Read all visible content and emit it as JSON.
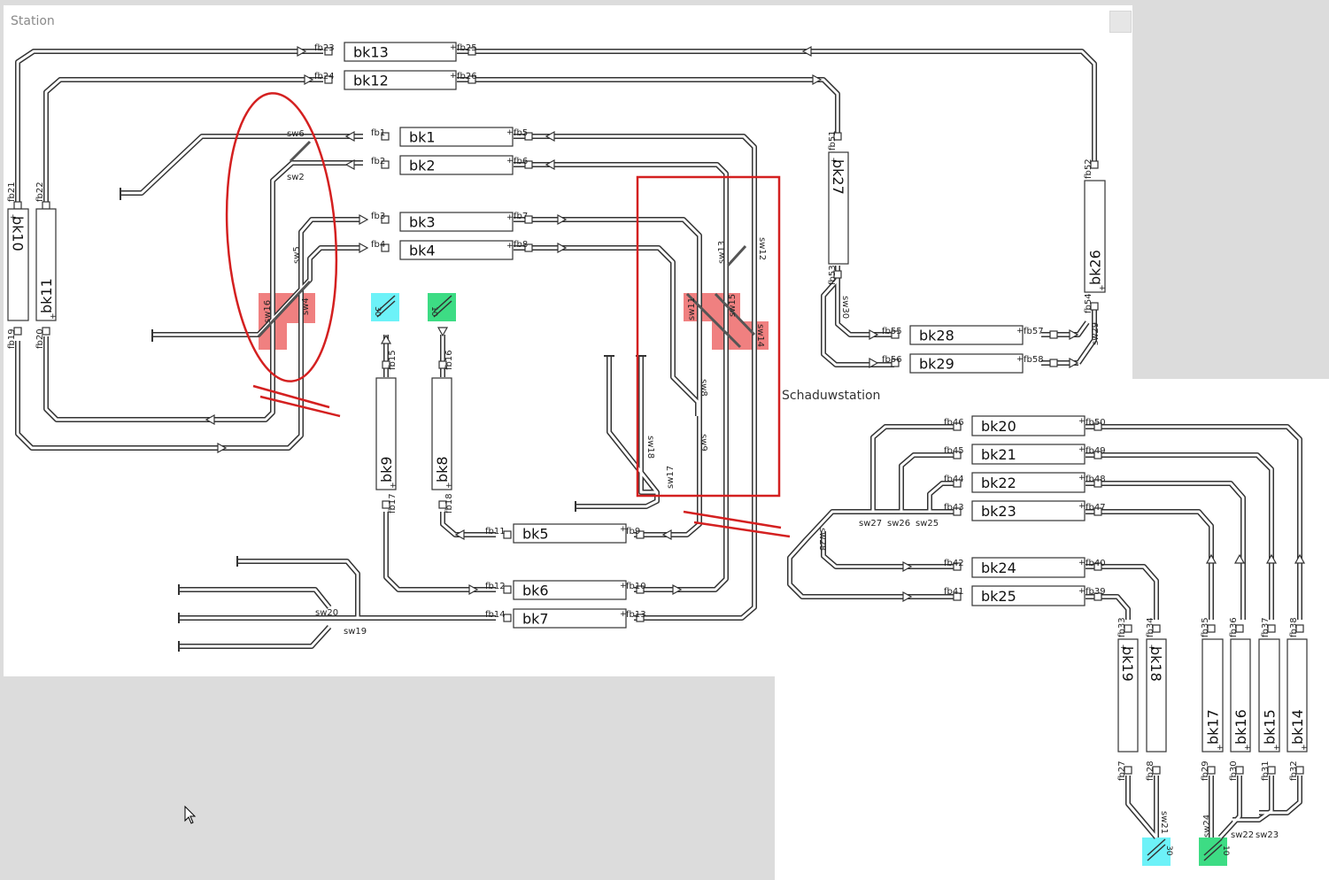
{
  "panels": {
    "station_title": "Station",
    "schaduw_title": "Schaduwstation"
  },
  "colors": {
    "track": "#333333",
    "switch_highlight": "#f08080",
    "signal_cyan": "#6df2f8",
    "signal_green": "#3ddc84",
    "annotation_red": "#d42020",
    "panel_bg": "#ffffff",
    "desktop_bg": "#dcdcdc"
  },
  "blocks": [
    {
      "id": "bk13",
      "label": "bk13"
    },
    {
      "id": "bk12",
      "label": "bk12"
    },
    {
      "id": "bk1",
      "label": "bk1"
    },
    {
      "id": "bk2",
      "label": "bk2"
    },
    {
      "id": "bk3",
      "label": "bk3"
    },
    {
      "id": "bk4",
      "label": "bk4"
    },
    {
      "id": "bk5",
      "label": "bk5"
    },
    {
      "id": "bk6",
      "label": "bk6"
    },
    {
      "id": "bk7",
      "label": "bk7"
    },
    {
      "id": "bk9",
      "label": "bk9"
    },
    {
      "id": "bk8",
      "label": "bk8"
    },
    {
      "id": "bk10",
      "label": "bk10"
    },
    {
      "id": "bk11",
      "label": "bk11"
    },
    {
      "id": "bk27",
      "label": "bk27"
    },
    {
      "id": "bk26",
      "label": "bk26"
    },
    {
      "id": "bk28",
      "label": "bk28"
    },
    {
      "id": "bk29",
      "label": "bk29"
    },
    {
      "id": "bk20",
      "label": "bk20"
    },
    {
      "id": "bk21",
      "label": "bk21"
    },
    {
      "id": "bk22",
      "label": "bk22"
    },
    {
      "id": "bk23",
      "label": "bk23"
    },
    {
      "id": "bk24",
      "label": "bk24"
    },
    {
      "id": "bk25",
      "label": "bk25"
    },
    {
      "id": "bk19",
      "label": "bk19"
    },
    {
      "id": "bk18",
      "label": "bk18"
    },
    {
      "id": "bk17",
      "label": "bk17"
    },
    {
      "id": "bk16",
      "label": "bk16"
    },
    {
      "id": "bk15",
      "label": "bk15"
    },
    {
      "id": "bk14",
      "label": "bk14"
    }
  ],
  "feedbacks": [
    "fb23",
    "fb25",
    "fb24",
    "fb26",
    "fb1",
    "fb5",
    "fb2",
    "fb6",
    "fb3",
    "fb7",
    "fb4",
    "fb8",
    "fb21",
    "fb22",
    "fb19",
    "fb20",
    "fb15",
    "fb16",
    "fb17",
    "fb18",
    "fb11",
    "fb9",
    "fb12",
    "fb10",
    "fb14",
    "fb13",
    "fb51",
    "fb52",
    "fb53",
    "fb54",
    "fb55",
    "fb57",
    "fb56",
    "fb58",
    "fb46",
    "fb50",
    "fb45",
    "fb49",
    "fb44",
    "fb48",
    "fb43",
    "fb47",
    "fb42",
    "fb40",
    "fb41",
    "fb39",
    "fb33",
    "fb34",
    "fb35",
    "fb36",
    "fb37",
    "fb38",
    "fb27",
    "fb28",
    "fb29",
    "fb30",
    "fb31",
    "fb32"
  ],
  "switches": [
    "sw6",
    "sw2",
    "sw5",
    "sw16",
    "sw4",
    "sw13",
    "sw12",
    "sw11",
    "sw15",
    "sw14",
    "sw8",
    "sw9",
    "sw18",
    "sw17",
    "sw20",
    "sw19",
    "sw30",
    "sw29",
    "sw27",
    "sw26",
    "sw25",
    "sw28",
    "sw21",
    "sw24",
    "sw22",
    "sw23"
  ],
  "signals": {
    "s_cyan_top": "30",
    "s_green_top": "10",
    "s_cyan_bottom": "30",
    "s_green_bottom": "10"
  }
}
